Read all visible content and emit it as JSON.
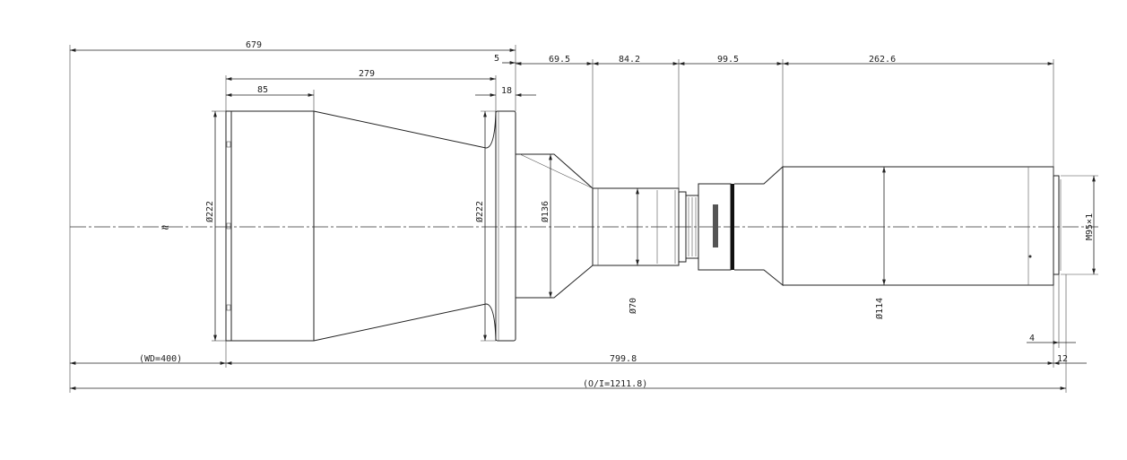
{
  "dimensions": {
    "total_top": "679",
    "flange_gap": "5",
    "flange_thick": "18",
    "front_to_flange": "279",
    "front_cyl": "85",
    "seg1": "69.5",
    "seg2": "84.2",
    "seg3": "99.5",
    "seg4": "262.6",
    "wd": "(WD=400)",
    "length": "799.8",
    "mount_len": "12",
    "mount_step": "4",
    "oi": "(O/I=1211.8)"
  },
  "diameters": {
    "front": "Ø222",
    "flange": "Ø222",
    "cone": "Ø136",
    "neck": "Ø70",
    "rear": "Ø114",
    "thread": "M95×1"
  },
  "break_mark": "≈"
}
